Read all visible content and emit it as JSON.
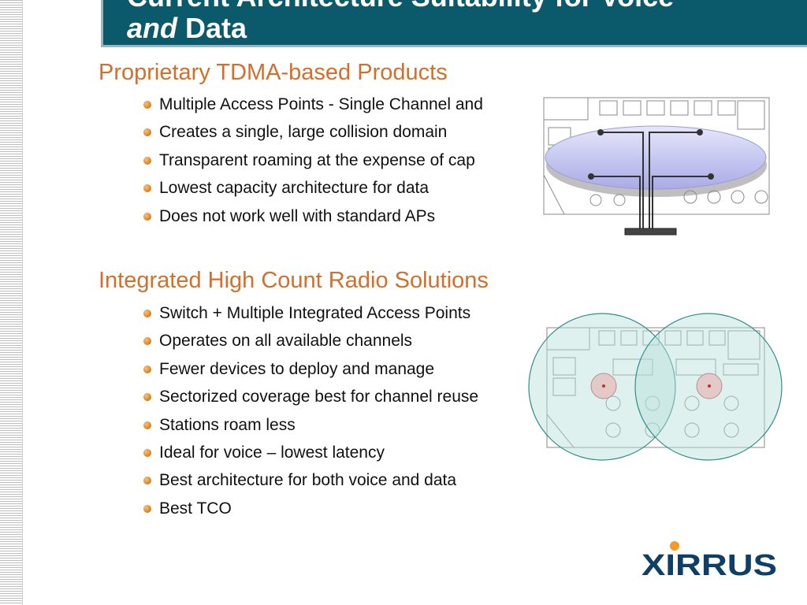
{
  "slide": {
    "title_line1": "Current Architecture Suitability for Voice",
    "title_line2_italic": "and",
    "title_line2_rest": " Data"
  },
  "section1": {
    "heading": "Proprietary TDMA-based Products",
    "bullets": [
      "Multiple Access Points - Single Channel and",
      "Creates a single, large collision domain",
      "Transparent roaming at the expense of cap",
      "Lowest capacity architecture for data",
      "Does not work well with standard APs"
    ]
  },
  "section2": {
    "heading": "Integrated High Count Radio Solutions",
    "bullets": [
      "Switch + Multiple Integrated Access Points",
      "Operates on all available channels",
      "Fewer devices to deploy and manage",
      "Sectorized coverage best for channel reuse",
      "Stations roam less",
      "Ideal for voice – lowest latency",
      "Best architecture for both voice and data",
      "Best TCO"
    ]
  },
  "logo": {
    "text": "XIRRUS"
  },
  "colors": {
    "title_bar": "#0b5a6b",
    "heading": "#d0702a",
    "bullet": "#e38a2a",
    "logo": "#0e3f66",
    "logo_dot": "#f39a2a"
  },
  "icons": {
    "figure1": "single-channel-ap-diagram",
    "figure2": "sectorized-coverage-diagram"
  }
}
